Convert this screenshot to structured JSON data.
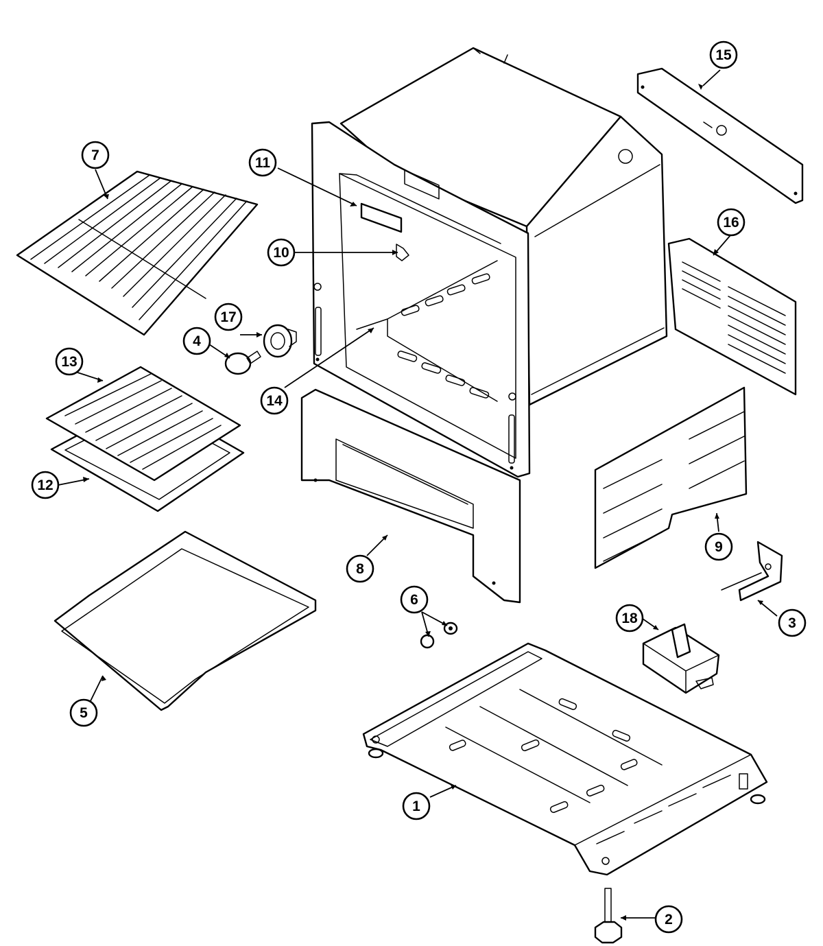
{
  "callouts": [
    {
      "label": "1",
      "part": "base-pan"
    },
    {
      "label": "2",
      "part": "leveling-leg"
    },
    {
      "label": "3",
      "part": "anti-tip-bracket"
    },
    {
      "label": "4",
      "part": "light-bulb"
    },
    {
      "label": "5",
      "part": "drawer-tray"
    },
    {
      "label": "6",
      "part": "screw-and-washer"
    },
    {
      "label": "7",
      "part": "oven-rack"
    },
    {
      "label": "8",
      "part": "front-kick-panel"
    },
    {
      "label": "9",
      "part": "side-panel-right"
    },
    {
      "label": "10",
      "part": "latch-clip"
    },
    {
      "label": "11",
      "part": "label-plate"
    },
    {
      "label": "12",
      "part": "broil-pan"
    },
    {
      "label": "13",
      "part": "broil-pan-insert"
    },
    {
      "label": "14",
      "part": "oven-cavity"
    },
    {
      "label": "15",
      "part": "rear-panel"
    },
    {
      "label": "16",
      "part": "side-panel-left"
    },
    {
      "label": "17",
      "part": "lamp-socket"
    },
    {
      "label": "18",
      "part": "transformer"
    }
  ]
}
